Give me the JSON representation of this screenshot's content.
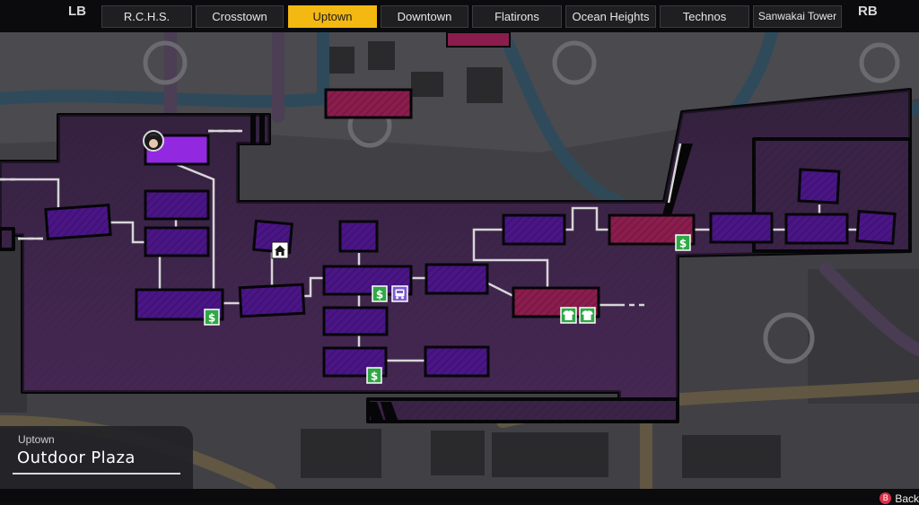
{
  "header": {
    "left_bumper": "LB",
    "right_bumper": "RB",
    "tabs": [
      {
        "label": "R.C.H.S.",
        "active": false
      },
      {
        "label": "Crosstown",
        "active": false
      },
      {
        "label": "Uptown",
        "active": true
      },
      {
        "label": "Downtown",
        "active": false
      },
      {
        "label": "Flatirons",
        "active": false
      },
      {
        "label": "Ocean Heights",
        "active": false
      },
      {
        "label": "Technos",
        "active": false
      },
      {
        "label": "Sanwakai Tower",
        "active": false
      }
    ]
  },
  "location": {
    "district": "Uptown",
    "area": "Outdoor Plaza"
  },
  "footer": {
    "back_button_glyph": "B",
    "back_label": "Back"
  },
  "map": {
    "icons": {
      "shop": "dollar-sign-icon",
      "clothing": "shirt-icon",
      "transit": "bus-icon",
      "home": "house-icon",
      "player": "player-avatar-icon"
    },
    "colors": {
      "room": "#4a1585",
      "room_current": "#9228e0",
      "room_special": "#8a1d4d",
      "floor": "#3a2346",
      "outline": "#060608",
      "shop_icon": "#2fa845",
      "bus_icon": "#7d5bd0",
      "tab_active": "#f3b811"
    }
  }
}
